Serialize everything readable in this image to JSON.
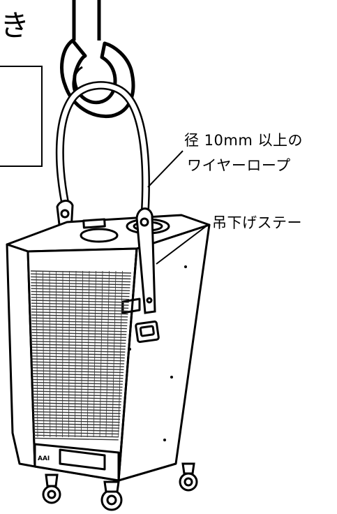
{
  "heading_fragment": "き",
  "callouts": {
    "wire_rope_line1": "径 10mm 以上の",
    "wire_rope_line2": "ワイヤーロープ",
    "lifting_stay": "吊下げステー"
  },
  "unit_badge": "AAI",
  "colors": {
    "line": "#000000",
    "fill": "#ffffff",
    "grille": "#333333"
  }
}
